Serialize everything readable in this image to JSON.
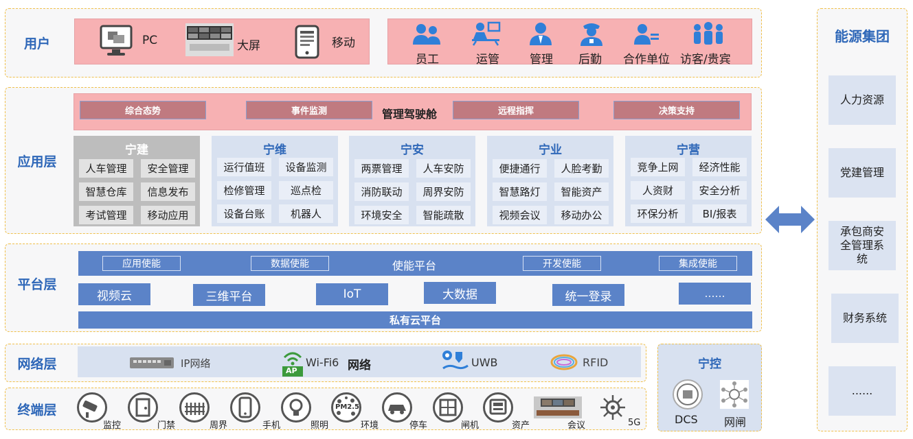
{
  "user_layer": {
    "title": "用户",
    "devices": [
      {
        "label": "PC",
        "icon": "pc-monitor-icon"
      },
      {
        "label": "大屏",
        "icon": "big-screen-photo"
      },
      {
        "label": "移动",
        "icon": "mobile-tablet-icon"
      }
    ],
    "roles": [
      {
        "label": "员工",
        "icon": "group-icon"
      },
      {
        "label": "运管",
        "icon": "operator-icon"
      },
      {
        "label": "管理",
        "icon": "manager-icon"
      },
      {
        "label": "后勤",
        "icon": "guard-icon"
      },
      {
        "label": "合作单位",
        "icon": "partners-icon"
      },
      {
        "label": "访客/贵宾",
        "icon": "visitors-icon"
      }
    ]
  },
  "app_layer": {
    "title": "应用层",
    "cockpit": {
      "title": "管理驾驶舱",
      "items": [
        "综合态势",
        "事件监测",
        "远程指挥",
        "决策支持"
      ]
    },
    "columns": [
      {
        "title": "宁建",
        "items": [
          "人车管理",
          "安全管理",
          "智慧仓库",
          "信息发布",
          "考试管理",
          "移动应用"
        ]
      },
      {
        "title": "宁维",
        "items": [
          "运行值班",
          "设备监测",
          "检修管理",
          "巡点检",
          "设备台账",
          "机器人"
        ]
      },
      {
        "title": "宁安",
        "items": [
          "两票管理",
          "人车安防",
          "消防联动",
          "周界安防",
          "环境安全",
          "智能疏散"
        ]
      },
      {
        "title": "宁业",
        "items": [
          "便捷通行",
          "人脸考勤",
          "智慧路灯",
          "智能资产",
          "视频会议",
          "移动办公"
        ]
      },
      {
        "title": "宁营",
        "items": [
          "竞争上网",
          "经济性能",
          "人资财",
          "安全分析",
          "环保分析",
          "BI/报表"
        ]
      }
    ]
  },
  "platform_layer": {
    "title": "平台层",
    "enable_bar": {
      "center": "使能平台",
      "items": [
        "应用使能",
        "数据使能",
        "开发使能",
        "集成使能"
      ]
    },
    "modules": [
      "视频云",
      "三维平台",
      "IoT",
      "大数据",
      "统一登录",
      "……"
    ],
    "cloud": "私有云平台"
  },
  "network_layer": {
    "title": "网络层",
    "center": "网络",
    "items": [
      {
        "label": "IP网络",
        "icon": "switch-icon"
      },
      {
        "label": "Wi-Fi6",
        "icon": "wifi-ap-icon",
        "badge": "AP"
      },
      {
        "label": "UWB",
        "icon": "uwb-location-icon"
      },
      {
        "label": "RFID",
        "icon": "rfid-ring-icon"
      }
    ]
  },
  "terminal_layer": {
    "title": "终端层",
    "items": [
      {
        "label": "监控",
        "icon": "camera-icon"
      },
      {
        "label": "门禁",
        "icon": "door-icon"
      },
      {
        "label": "周界",
        "icon": "fence-icon"
      },
      {
        "label": "手机",
        "icon": "phone-icon"
      },
      {
        "label": "照明",
        "icon": "bulb-icon"
      },
      {
        "label": "环境",
        "icon": "pm25-icon",
        "badge": "PM2.5"
      },
      {
        "label": "停车",
        "icon": "car-icon"
      },
      {
        "label": "闸机",
        "icon": "gate-icon"
      },
      {
        "label": "资产",
        "icon": "asset-icon"
      },
      {
        "label": "会议",
        "icon": "meeting-photo"
      },
      {
        "label": "5G",
        "icon": "network-5g-icon"
      }
    ]
  },
  "control": {
    "title": "宁控",
    "items": [
      {
        "label": "DCS",
        "icon": "dcs-icon"
      },
      {
        "label": "网闸",
        "icon": "gateway-icon"
      }
    ]
  },
  "group": {
    "title": "能源集团",
    "items": [
      "人力资源",
      "党建管理",
      "承包商安全管理系统",
      "财务系统",
      "......"
    ]
  },
  "colors": {
    "title_blue": "#2e67b8",
    "pink": "#f7b1b3",
    "bar_blue": "#5b83c8",
    "cell_blue": "#d8e1f0",
    "dashed_border": "#f0c04a"
  }
}
